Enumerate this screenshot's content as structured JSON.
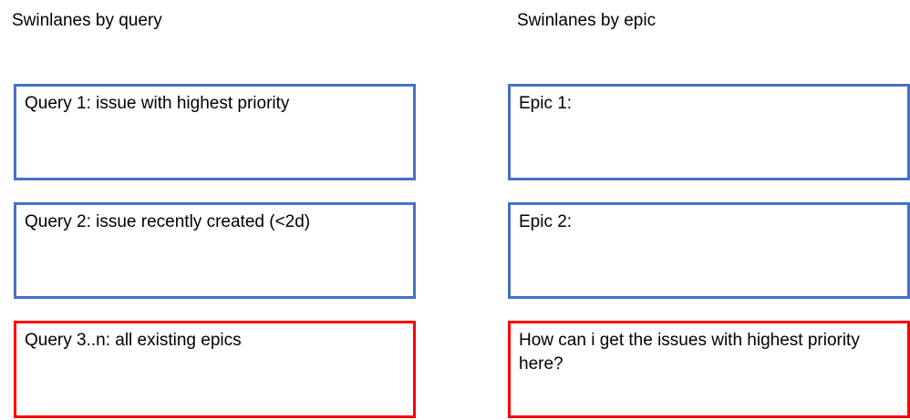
{
  "left_column": {
    "heading": "Swinlanes by query",
    "lanes": [
      {
        "text": "Query 1: issue with highest priority",
        "border_color": "#4472c4"
      },
      {
        "text": "Query 2: issue recently created (<2d)",
        "border_color": "#4472c4"
      },
      {
        "text": "Query 3..n: all existing epics",
        "border_color": "#ff0000"
      }
    ]
  },
  "right_column": {
    "heading": "Swinlanes by epic",
    "lanes": [
      {
        "text": "Epic 1:",
        "border_color": "#4472c4"
      },
      {
        "text": "Epic 2:",
        "border_color": "#4472c4"
      },
      {
        "text": "How can i get the issues with highest priority here?",
        "border_color": "#ff0000"
      }
    ]
  }
}
